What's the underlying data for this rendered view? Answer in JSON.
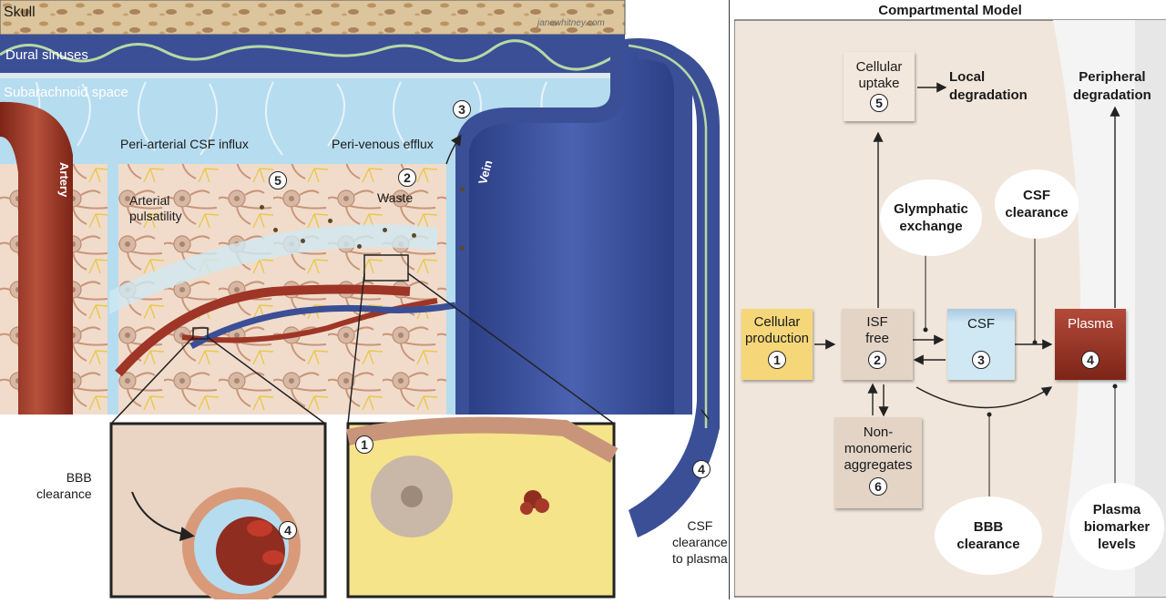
{
  "illustration": {
    "labels": {
      "skull": "Skull",
      "dural_sinuses": "Dural sinuses",
      "subarachnoid_space": "Subarachnoid space",
      "peri_arterial": "Peri-arterial CSF influx",
      "peri_venous": "Peri-venous efflux",
      "artery": "Artery",
      "vein": "Vein",
      "arterial_pulsatility": "Arterial\npulsatility",
      "waste": "Waste",
      "bbb_clearance": "BBB\nclearance",
      "csf_clearance_to_plasma": "CSF\nclearance\nto plasma",
      "watermark": "janewhitney.com"
    },
    "markers": {
      "m1": "1",
      "m2": "2",
      "m3": "3",
      "m4": "4",
      "m5": "5",
      "inset_bbb_4": "4",
      "inset_cell_1": "1"
    }
  },
  "model": {
    "title": "Compartmental Model",
    "boxes": {
      "cellular_production": {
        "label": "Cellular\nproduction",
        "num": "1"
      },
      "isf_free": {
        "label": "ISF\nfree",
        "num": "2"
      },
      "csf": {
        "label": "CSF",
        "num": "3"
      },
      "plasma": {
        "label": "Plasma",
        "num": "4"
      },
      "cellular_uptake": {
        "label": "Cellular\nuptake",
        "num": "5"
      },
      "aggregates": {
        "label": "Non-\nmonomeric\naggregates",
        "num": "6"
      }
    },
    "ovals": {
      "glymphatic": "Glymphatic\nexchange",
      "csf_clearance": "CSF\nclearance",
      "bbb_clearance": "BBB\nclearance",
      "plasma_biomarker": "Plasma\nbiomarker\nlevels"
    },
    "texts": {
      "local_degradation": "Local\ndegradation",
      "peripheral_degradation": "Peripheral\ndegradation"
    }
  },
  "colors": {
    "skull": "#d9c49a",
    "dura": "#3a4f96",
    "artery": "#9e3526",
    "csf_blue": "#b6dcef",
    "tissue": "#f0d9c4",
    "astrocyte": "#f2d65a",
    "plasma": "#8f2d20",
    "model_bg": "#f1e6db"
  }
}
